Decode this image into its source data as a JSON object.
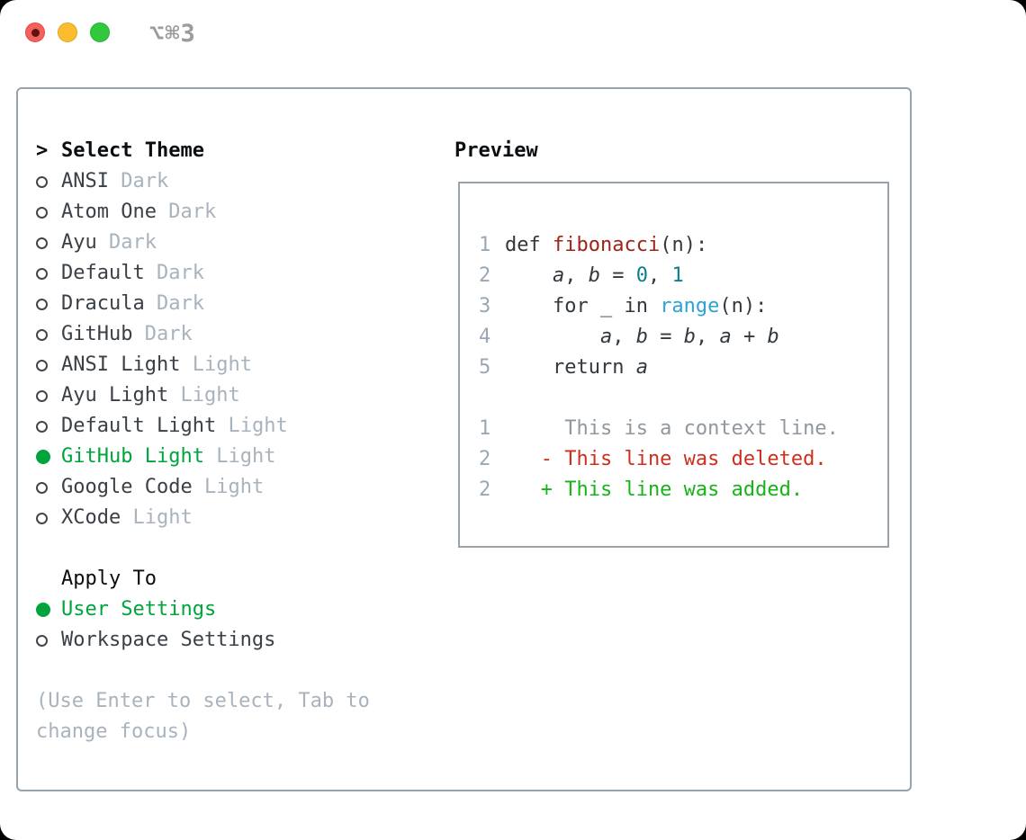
{
  "titlebar": {
    "shortcut": "⌥⌘3"
  },
  "colors": {
    "select_green": "#00a43c",
    "diff_deleted_red": "#cf2e1f",
    "diff_added_green": "#17b417",
    "function_red": "#a0231a",
    "number_teal": "#0d7d8c",
    "builtin_blue": "#2ba3d4",
    "muted_gray": "#a9b3bd",
    "traffic_red": "#f4615c",
    "traffic_yellow": "#fbbd30",
    "traffic_green": "#31c83e"
  },
  "theme_list": {
    "prompt": ">",
    "header": "Select Theme",
    "items": [
      {
        "name": "ANSI",
        "variant": "Dark",
        "selected": false
      },
      {
        "name": "Atom One",
        "variant": "Dark",
        "selected": false
      },
      {
        "name": "Ayu",
        "variant": "Dark",
        "selected": false
      },
      {
        "name": "Default",
        "variant": "Dark",
        "selected": false
      },
      {
        "name": "Dracula",
        "variant": "Dark",
        "selected": false
      },
      {
        "name": "GitHub",
        "variant": "Dark",
        "selected": false
      },
      {
        "name": "ANSI Light",
        "variant": "Light",
        "selected": false
      },
      {
        "name": "Ayu Light",
        "variant": "Light",
        "selected": false
      },
      {
        "name": "Default Light",
        "variant": "Light",
        "selected": false
      },
      {
        "name": "GitHub Light",
        "variant": "Light",
        "selected": true
      },
      {
        "name": "Google Code",
        "variant": "Light",
        "selected": false
      },
      {
        "name": "XCode",
        "variant": "Light",
        "selected": false
      }
    ]
  },
  "apply_to": {
    "header": "Apply To",
    "options": [
      {
        "label": "User Settings",
        "selected": true
      },
      {
        "label": "Workspace Settings",
        "selected": false
      }
    ]
  },
  "help_text": "(Use Enter to select, Tab to change focus)",
  "preview": {
    "header": "Preview",
    "lines": [
      {
        "n": "1",
        "segs": [
          [
            "def ",
            "k"
          ],
          [
            "fibonacci",
            "fn"
          ],
          [
            "(n):",
            "p"
          ]
        ]
      },
      {
        "n": "2",
        "segs": [
          [
            "    ",
            "p"
          ],
          [
            "a",
            "v"
          ],
          [
            ", ",
            "p"
          ],
          [
            "b",
            "v"
          ],
          [
            " = ",
            "p"
          ],
          [
            "0",
            "num"
          ],
          [
            ", ",
            "p"
          ],
          [
            "1",
            "num"
          ]
        ]
      },
      {
        "n": "3",
        "segs": [
          [
            "    for _ in ",
            "k"
          ],
          [
            "range",
            "bi"
          ],
          [
            "(n):",
            "p"
          ]
        ]
      },
      {
        "n": "4",
        "segs": [
          [
            "        ",
            "p"
          ],
          [
            "a",
            "v"
          ],
          [
            ", ",
            "p"
          ],
          [
            "b",
            "v"
          ],
          [
            " = ",
            "p"
          ],
          [
            "b",
            "v"
          ],
          [
            ", ",
            "p"
          ],
          [
            "a",
            "v"
          ],
          [
            " + ",
            "p"
          ],
          [
            "b",
            "v"
          ]
        ]
      },
      {
        "n": "5",
        "segs": [
          [
            "    return ",
            "k"
          ],
          [
            "a",
            "v"
          ]
        ]
      },
      {
        "n": "",
        "segs": []
      },
      {
        "n": "1",
        "segs": [
          [
            "     This is a context line.",
            "ctx"
          ]
        ]
      },
      {
        "n": "2",
        "segs": [
          [
            "   - This line was deleted.",
            "del"
          ]
        ]
      },
      {
        "n": "2",
        "segs": [
          [
            "   + This line was added.",
            "add"
          ]
        ]
      }
    ]
  }
}
